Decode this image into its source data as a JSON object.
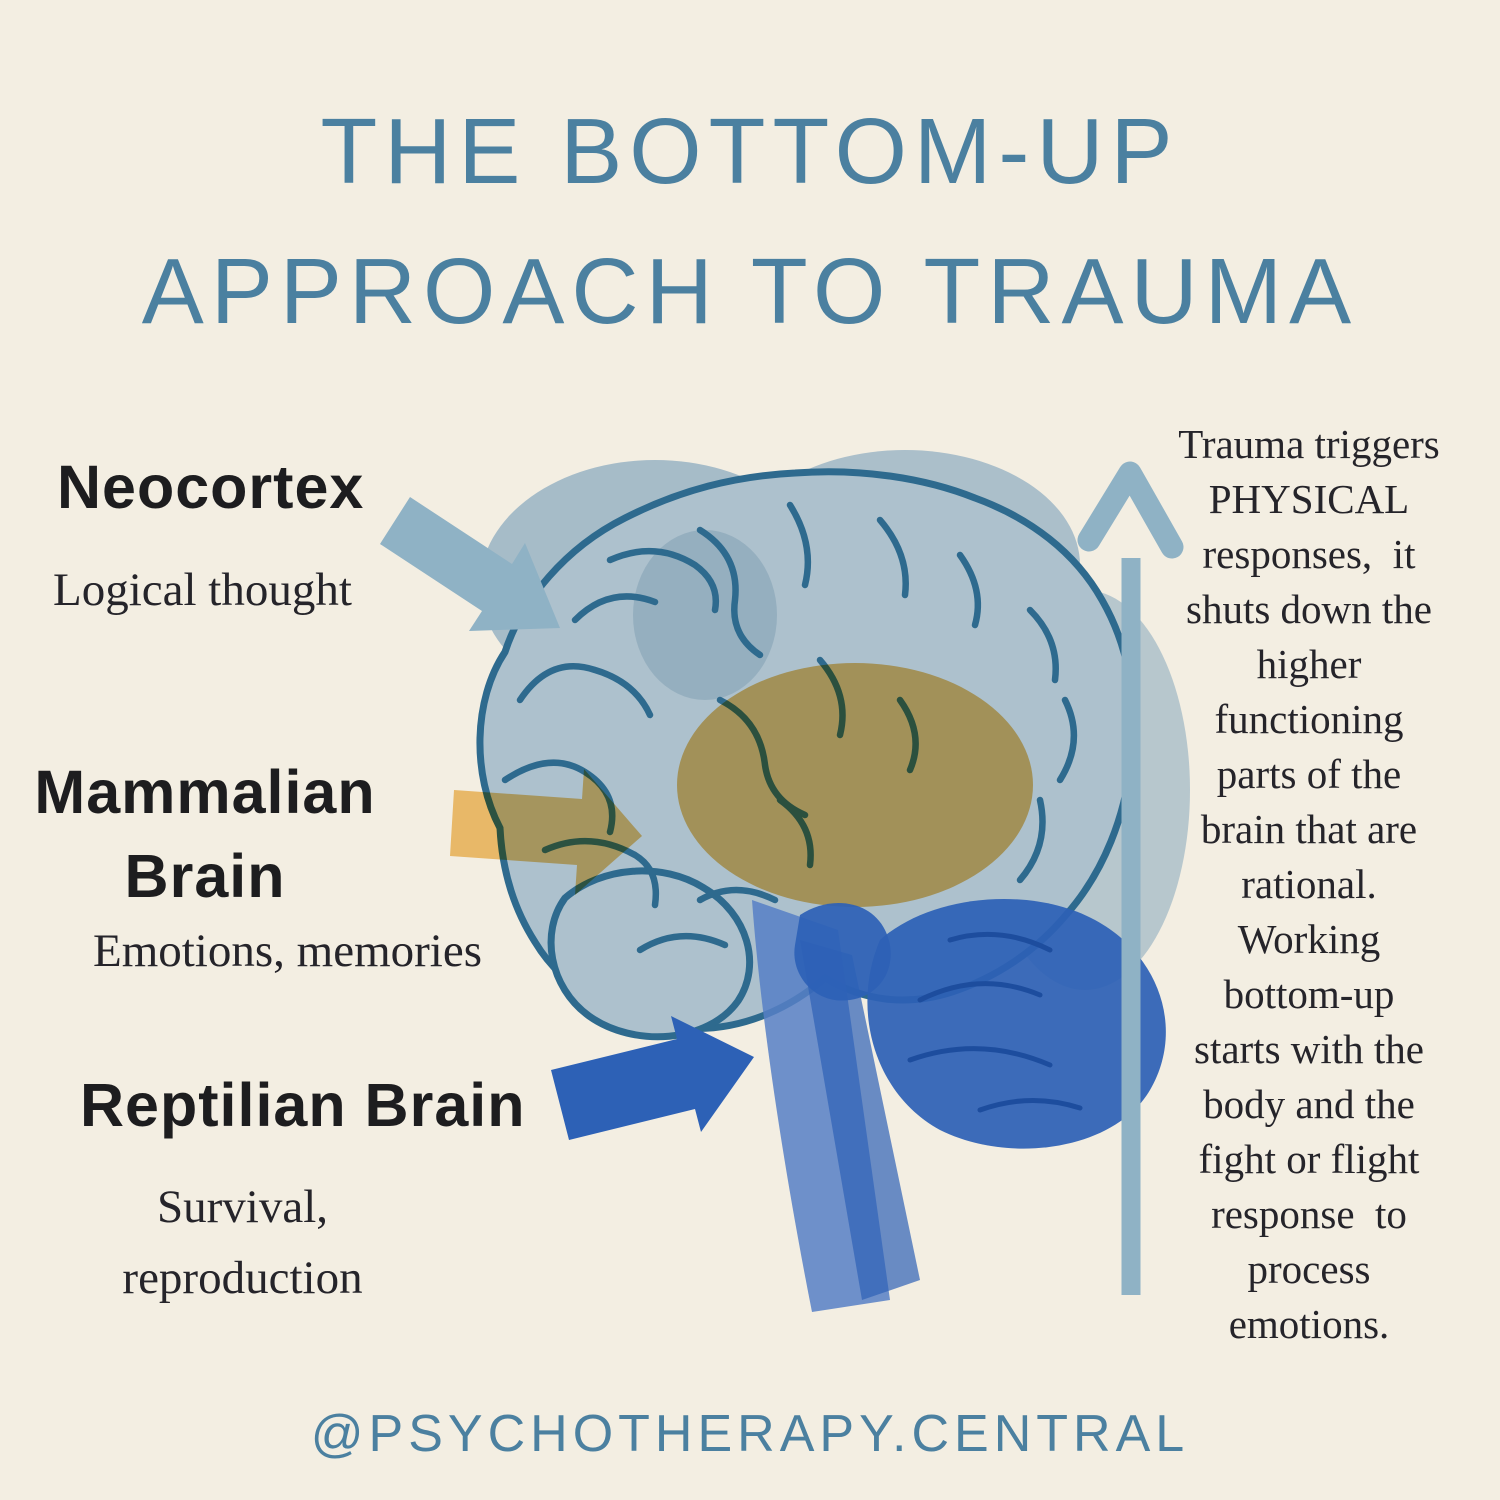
{
  "title": {
    "line1": "THE BOTTOM-UP",
    "line2": "APPROACH TO TRAUMA"
  },
  "labels": {
    "neocortex": {
      "title": "Neocortex",
      "desc": "Logical thought"
    },
    "mammalian": {
      "title_line1": "Mammalian",
      "title_line2": "Brain",
      "desc": "Emotions, memories"
    },
    "reptilian": {
      "title": "Reptilian Brain",
      "desc_line1": "Survival,",
      "desc_line2": "reproduction"
    }
  },
  "side_note": {
    "lines": [
      "Trauma triggers",
      "PHYSICAL",
      "responses,  it",
      "shuts down the",
      "higher",
      "functioning",
      "parts of the",
      "brain that are",
      "rational.",
      "Working",
      "bottom-up",
      "starts with the",
      "body and the",
      "fight or flight",
      "response  to",
      "process",
      "emotions."
    ]
  },
  "footer": {
    "handle": "@PSYCHOTHERAPY.CENTRAL"
  },
  "colors": {
    "background": "#f3eee2",
    "title_teal": "#4b80a0",
    "heading_black": "#1d1d1f",
    "serif_text": "#25242a",
    "steel_arrow": "#8fb2c5",
    "yellow_arrow": "#f4c26d",
    "royal_blue_arrow": "#2d61b6",
    "brain_fill": "#adc1cd",
    "brain_outline": "#2e6a8e",
    "limbic_yellow": "#efbd66",
    "brainstem_blue": "#567fc5"
  },
  "icons": {
    "neocortex_arrow": "arrow pointing to neocortex",
    "mammalian_arrow": "arrow pointing to limbic region",
    "reptilian_arrow": "arrow pointing to brainstem",
    "bottom_up_arrow": "vertical upward arrow"
  }
}
